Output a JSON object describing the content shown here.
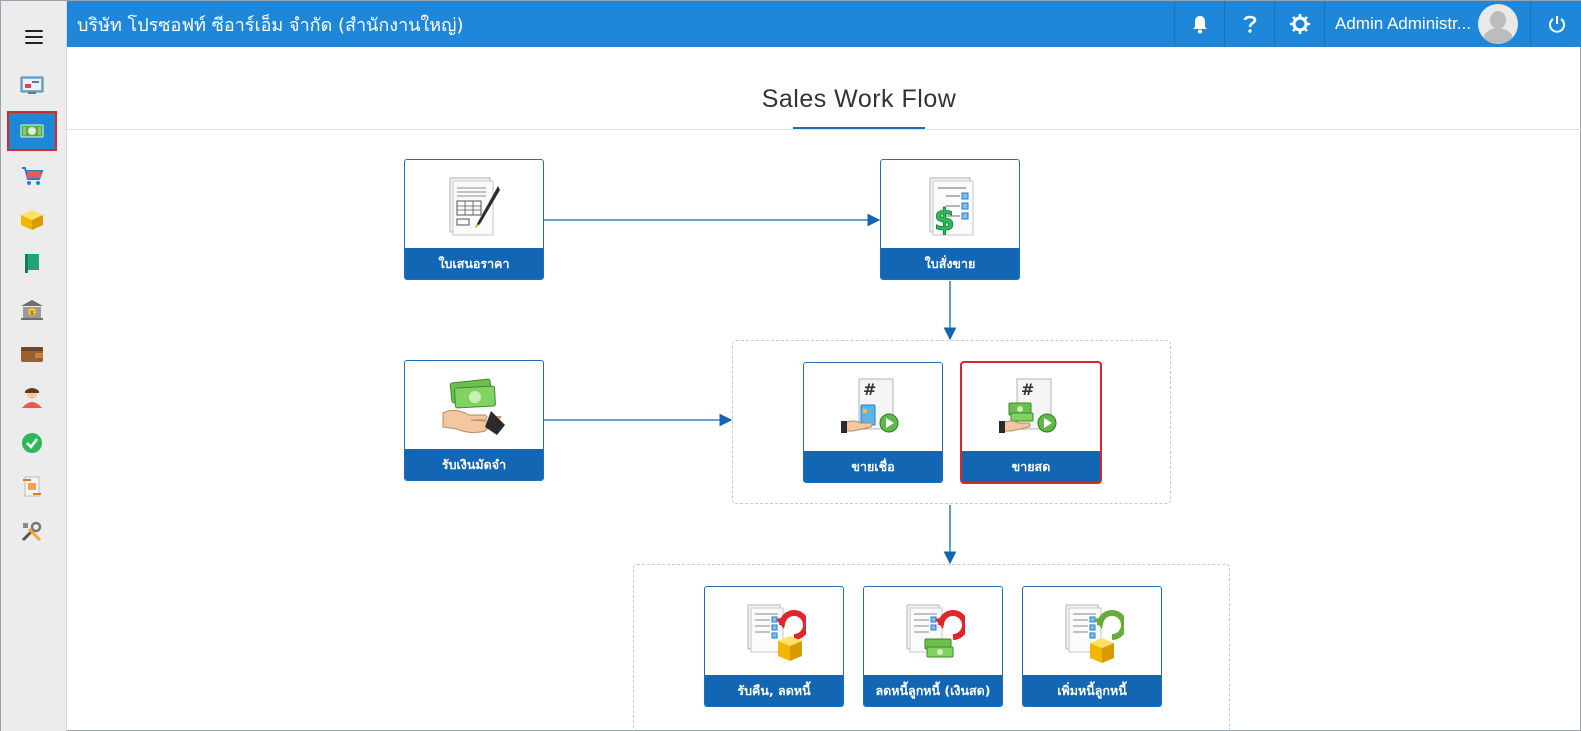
{
  "header": {
    "company": "บริษัท โปรซอฟท์ ซีอาร์เอ็ม จำกัด (สำนักงานใหญ่)",
    "user_name": "Admin Administr...",
    "icons": [
      "bell-icon",
      "help-icon",
      "gear-icon",
      "power-icon"
    ]
  },
  "sidebar": {
    "items": [
      {
        "icon": "dashboard-icon"
      },
      {
        "icon": "sales-money-icon",
        "active": true
      },
      {
        "icon": "cart-icon"
      },
      {
        "icon": "box-icon"
      },
      {
        "icon": "book-icon"
      },
      {
        "icon": "bank-icon"
      },
      {
        "icon": "wallet-icon"
      },
      {
        "icon": "person-icon"
      },
      {
        "icon": "check-icon"
      },
      {
        "icon": "transfer-icon"
      },
      {
        "icon": "tools-icon"
      }
    ]
  },
  "page": {
    "title": "Sales  Work Flow"
  },
  "workflow": {
    "quotation": "ใบเสนอราคา",
    "sales_order": "ใบสั่งขาย",
    "deposit": "รับเงินมัดจำ",
    "credit_sale": "ขายเชื่อ",
    "cash_sale": "ขายสด",
    "return_reduce": "รับคืน, ลดหนี้",
    "reduce_cash": "ลดหนี้ลูกหนี้ (เงินสด)",
    "increase_debt": "เพิ่มหนี้ลูกหนี้"
  },
  "colors": {
    "header": "#1f87d9",
    "card_label": "#1366b3",
    "selected_outline": "#d32b2b"
  }
}
